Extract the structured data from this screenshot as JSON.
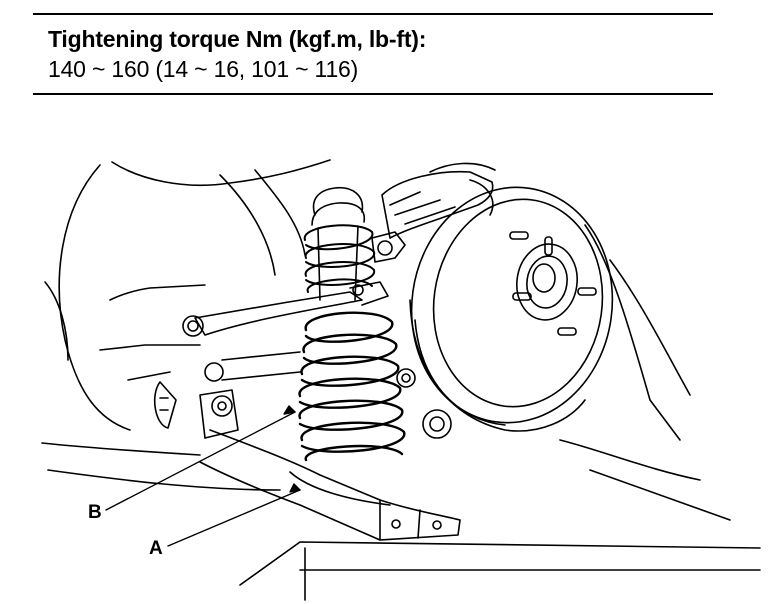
{
  "header": {
    "spec_title": "Tightening torque Nm (kgf.m, lb-ft):",
    "spec_value": "140 ~ 160 (14 ~ 16, 101 ~ 116)"
  },
  "figure": {
    "labels": {
      "b": "B",
      "a": "A"
    }
  },
  "colors": {
    "ink": "#000000",
    "paper": "#ffffff"
  }
}
